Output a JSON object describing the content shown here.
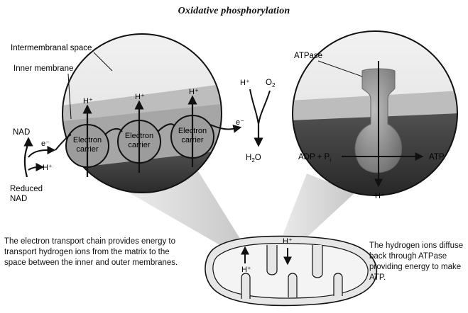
{
  "title": "Oxidative phosphorylation",
  "left_circle": {
    "intermembrane_space": "Intermembranal space",
    "inner_membrane": "Inner membrane",
    "carriers": [
      "Electron carrier",
      "Electron carrier",
      "Electron carrier"
    ],
    "carrier_word_1": "Electron",
    "carrier_word_2": "carrier",
    "h_plus": "H⁺",
    "electron": "e⁻"
  },
  "left_side": {
    "nad": "NAD",
    "electron": "e⁻",
    "h_plus": "H⁺",
    "reduced": "Reduced",
    "nad2": "NAD"
  },
  "oxygen_reaction": {
    "h_plus": "H⁺",
    "o2": "O",
    "o2_sub": "2",
    "electron": "e⁻",
    "water": "H",
    "water_sub": "2",
    "water_end": "O"
  },
  "right_circle": {
    "atpase": "ATPase",
    "adp": "ADP + P",
    "adp_sub": "i",
    "atp": "ATP",
    "h_plus": "H⁺"
  },
  "mitochondrion": {
    "h_plus_left": "H⁺",
    "h_plus_right": "H⁺"
  },
  "captions": {
    "left": "The electron transport chain provides energy to transport hydrogen ions from the matrix to the space between the inner and outer membranes.",
    "right": "The hydrogen ions diffuse back through ATPase providing energy to make ATP."
  }
}
